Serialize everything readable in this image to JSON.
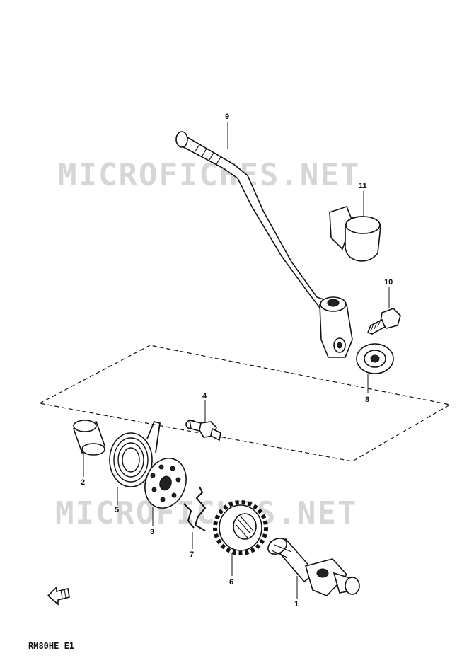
{
  "watermark": "MICROFICHES.NET",
  "footer_code": "RM80HE E1",
  "parts": [
    {
      "number": "1"
    },
    {
      "number": "2"
    },
    {
      "number": "3"
    },
    {
      "number": "4"
    },
    {
      "number": "5"
    },
    {
      "number": "6"
    },
    {
      "number": "7"
    },
    {
      "number": "8"
    },
    {
      "number": "9"
    },
    {
      "number": "10"
    },
    {
      "number": "11"
    }
  ]
}
